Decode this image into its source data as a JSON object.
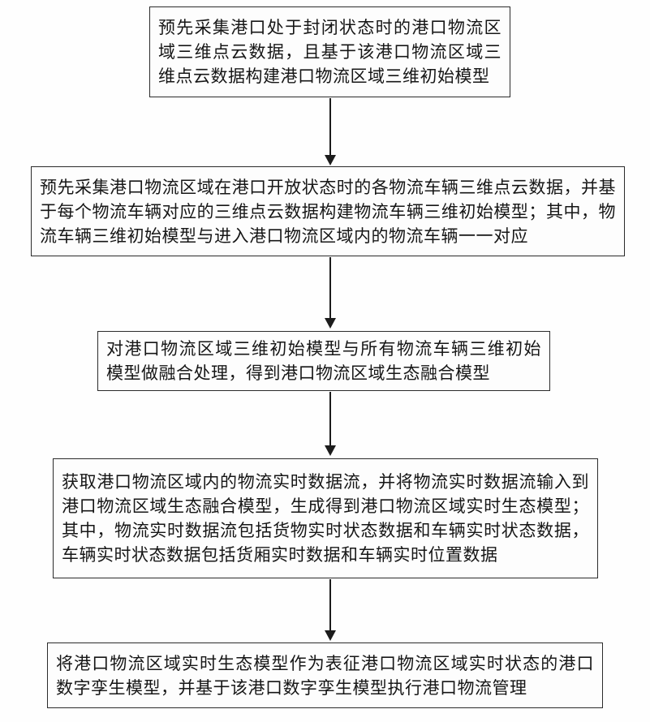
{
  "figure": {
    "type": "flowchart",
    "background_color": "#fefefe",
    "box_border_color": "#2b2b2b",
    "text_color": "#161616",
    "arrow_color": "#1c1c1c"
  },
  "flowchart": {
    "steps": [
      {
        "id": "step-1",
        "text": "预先采集港口处于封闭状态时的港口物流区域三维点云数据，且基于该港口物流区域三维点云数据构建港口物流区域三维初始模型"
      },
      {
        "id": "step-2",
        "text": "预先采集港口物流区域在港口开放状态时的各物流车辆三维点云数据，并基于每个物流车辆对应的三维点云数据构建物流车辆三维初始模型；其中，物流车辆三维初始模型与进入港口物流区域内的物流车辆一一对应"
      },
      {
        "id": "step-3",
        "text": "对港口物流区域三维初始模型与所有物流车辆三维初始模型做融合处理，得到港口物流区域生态融合模型"
      },
      {
        "id": "step-4",
        "text": "获取港口物流区域内的物流实时数据流，并将物流实时数据流输入到港口物流区域生态融合模型，生成得到港口物流区域实时生态模型；其中，物流实时数据流包括货物实时状态数据和车辆实时状态数据，车辆实时状态数据包括货厢实时数据和车辆实时位置数据"
      },
      {
        "id": "step-5",
        "text": "将港口物流区域实时生态模型作为表征港口物流区域实时状态的港口数字孪生模型，并基于该港口数字孪生模型执行港口物流管理"
      }
    ]
  }
}
